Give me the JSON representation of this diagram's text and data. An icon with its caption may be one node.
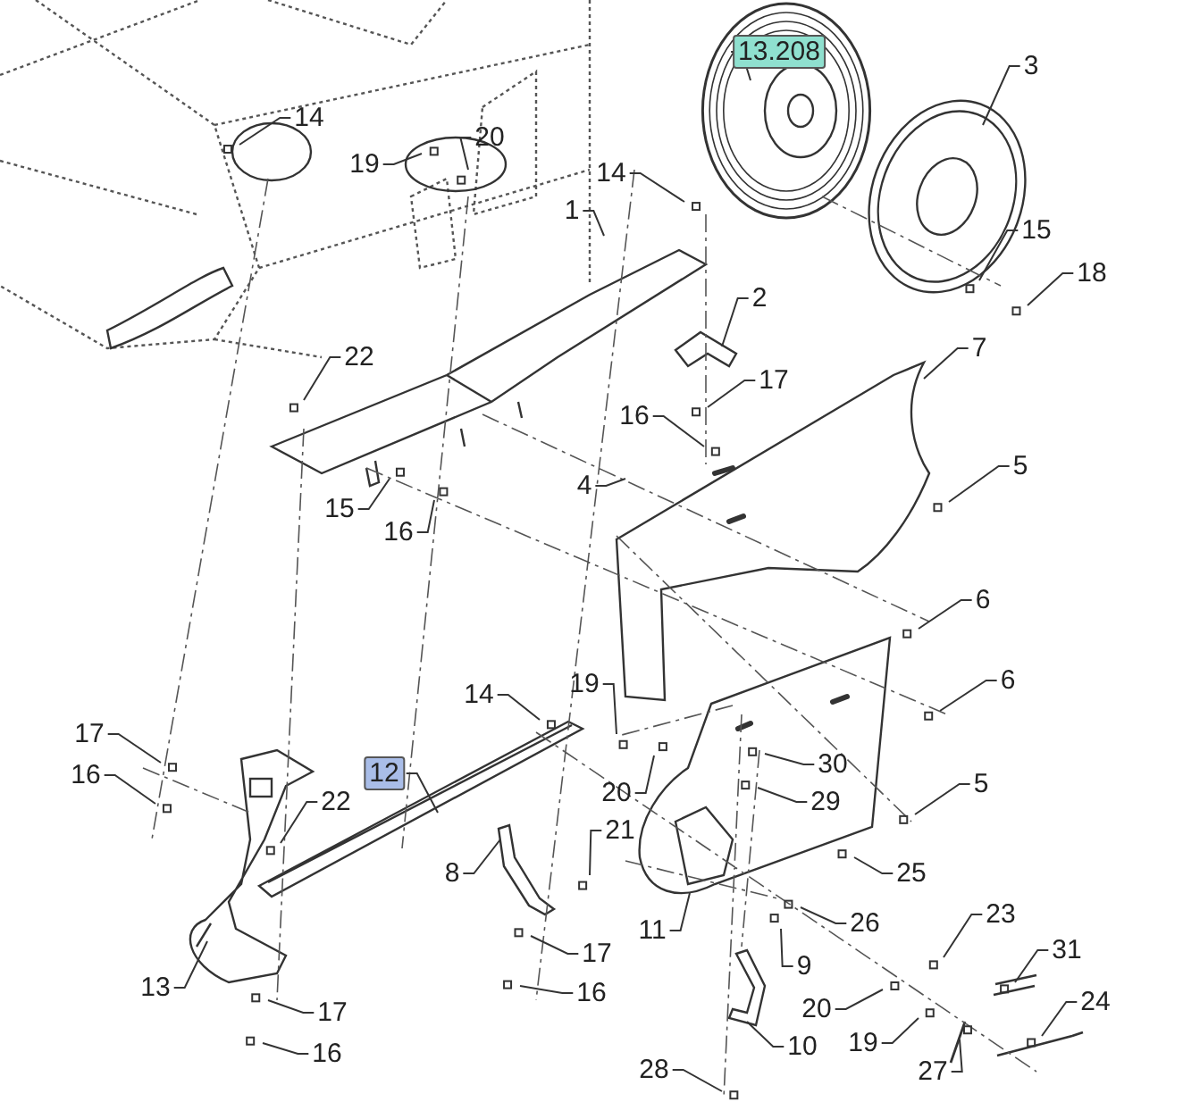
{
  "diagram": {
    "nodes": [
      {
        "text": [
          "13.208"
        ]
      },
      {
        "text": [
          "3"
        ]
      },
      {
        "text": [
          "14"
        ]
      },
      {
        "text": [
          "19"
        ]
      },
      {
        "text": [
          "20"
        ]
      },
      {
        "text": [
          "14"
        ]
      },
      {
        "text": [
          "1"
        ]
      },
      {
        "text": [
          "15"
        ]
      },
      {
        "text": [
          "18"
        ]
      },
      {
        "text": [
          "2"
        ]
      },
      {
        "text": [
          "7"
        ]
      },
      {
        "text": [
          "22"
        ]
      },
      {
        "text": [
          "17"
        ]
      },
      {
        "text": [
          "16"
        ]
      },
      {
        "text": [
          "5"
        ]
      },
      {
        "text": [
          "4"
        ]
      },
      {
        "text": [
          "15"
        ]
      },
      {
        "text": [
          "16"
        ]
      },
      {
        "text": [
          "6"
        ]
      },
      {
        "text": [
          "6"
        ]
      },
      {
        "text": [
          "14"
        ]
      },
      {
        "text": [
          "19"
        ]
      },
      {
        "text": [
          "17"
        ]
      },
      {
        "text": [
          "12"
        ]
      },
      {
        "text": [
          "30"
        ]
      },
      {
        "text": [
          "16"
        ]
      },
      {
        "text": [
          "20"
        ]
      },
      {
        "text": [
          "29"
        ]
      },
      {
        "text": [
          "5"
        ]
      },
      {
        "text": [
          "22"
        ]
      },
      {
        "text": [
          "21"
        ]
      },
      {
        "text": [
          "25"
        ]
      },
      {
        "text": [
          "8"
        ]
      },
      {
        "text": [
          "26"
        ]
      },
      {
        "text": [
          "23"
        ]
      },
      {
        "text": [
          "11"
        ]
      },
      {
        "text": [
          "31"
        ]
      },
      {
        "text": [
          "17"
        ]
      },
      {
        "text": [
          "9"
        ]
      },
      {
        "text": [
          "13"
        ]
      },
      {
        "text": [
          "16"
        ]
      },
      {
        "text": [
          "24"
        ]
      },
      {
        "text": [
          "20"
        ]
      },
      {
        "text": [
          "17"
        ]
      },
      {
        "text": [
          "10"
        ]
      },
      {
        "text": [
          "19"
        ]
      },
      {
        "text": [
          "16"
        ]
      },
      {
        "text": [
          "27"
        ]
      },
      {
        "text": [
          "28"
        ]
      }
    ],
    "edges": [
      {
        "from": 0,
        "to": null,
        "arrow": "none"
      },
      {
        "from": 1,
        "to": null,
        "arrow": "none"
      },
      {
        "from": 2,
        "to": null,
        "arrow": "none"
      },
      {
        "from": 3,
        "to": null,
        "arrow": "none"
      },
      {
        "from": 4,
        "to": null,
        "arrow": "none"
      },
      {
        "from": 5,
        "to": null,
        "arrow": "none"
      },
      {
        "from": 6,
        "to": null,
        "arrow": "none"
      },
      {
        "from": 7,
        "to": null,
        "arrow": "none"
      },
      {
        "from": 8,
        "to": null,
        "arrow": "none"
      },
      {
        "from": 9,
        "to": null,
        "arrow": "none"
      },
      {
        "from": 10,
        "to": null,
        "arrow": "none"
      },
      {
        "from": 11,
        "to": null,
        "arrow": "none"
      },
      {
        "from": 12,
        "to": null,
        "arrow": "none"
      },
      {
        "from": 13,
        "to": null,
        "arrow": "none"
      },
      {
        "from": 14,
        "to": null,
        "arrow": "none"
      },
      {
        "from": 15,
        "to": null,
        "arrow": "none"
      },
      {
        "from": 16,
        "to": null,
        "arrow": "none"
      },
      {
        "from": 17,
        "to": null,
        "arrow": "none"
      },
      {
        "from": 18,
        "to": null,
        "arrow": "none"
      },
      {
        "from": 19,
        "to": null,
        "arrow": "none"
      },
      {
        "from": 20,
        "to": null,
        "arrow": "none"
      },
      {
        "from": 21,
        "to": null,
        "arrow": "none"
      },
      {
        "from": 22,
        "to": null,
        "arrow": "none"
      },
      {
        "from": 23,
        "to": null,
        "arrow": "none"
      },
      {
        "from": 24,
        "to": null,
        "arrow": "none"
      },
      {
        "from": 25,
        "to": null,
        "arrow": "none"
      },
      {
        "from": 26,
        "to": null,
        "arrow": "none"
      },
      {
        "from": 27,
        "to": null,
        "arrow": "none"
      },
      {
        "from": 28,
        "to": null,
        "arrow": "none"
      },
      {
        "from": 29,
        "to": null,
        "arrow": "none"
      },
      {
        "from": 30,
        "to": null,
        "arrow": "none"
      },
      {
        "from": 31,
        "to": null,
        "arrow": "none"
      },
      {
        "from": 32,
        "to": null,
        "arrow": "none"
      },
      {
        "from": 33,
        "to": null,
        "arrow": "none"
      },
      {
        "from": 34,
        "to": null,
        "arrow": "none"
      },
      {
        "from": 35,
        "to": null,
        "arrow": "none"
      },
      {
        "from": 36,
        "to": null,
        "arrow": "none"
      },
      {
        "from": 37,
        "to": null,
        "arrow": "none"
      },
      {
        "from": 38,
        "to": null,
        "arrow": "none"
      },
      {
        "from": 39,
        "to": null,
        "arrow": "none"
      },
      {
        "from": 40,
        "to": null,
        "arrow": "none"
      },
      {
        "from": 41,
        "to": null,
        "arrow": "none"
      },
      {
        "from": 42,
        "to": null,
        "arrow": "none"
      },
      {
        "from": 43,
        "to": null,
        "arrow": "none"
      },
      {
        "from": 44,
        "to": null,
        "arrow": "none"
      },
      {
        "from": 45,
        "to": null,
        "arrow": "none"
      },
      {
        "from": 46,
        "to": null,
        "arrow": "none"
      },
      {
        "from": 47,
        "to": null,
        "arrow": "none"
      },
      {
        "from": 48,
        "to": null,
        "arrow": "none"
      }
    ]
  }
}
